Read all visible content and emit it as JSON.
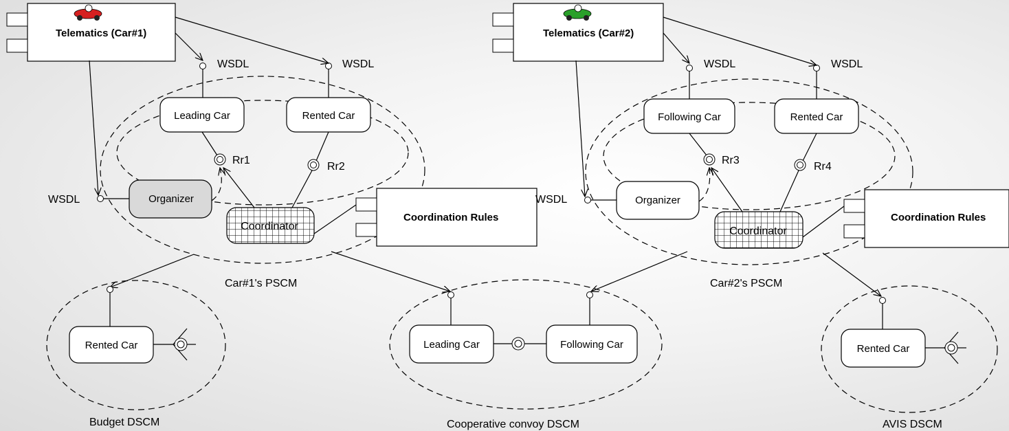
{
  "diagram": {
    "telematics1": {
      "title": "Telematics (Car#1)"
    },
    "telematics2": {
      "title": "Telematics (Car#2)"
    },
    "pscm1": {
      "caption": "Car#1's PSCM",
      "leading_role": "Leading Car",
      "rented_role": "Rented Car",
      "organizer": "Organizer",
      "coordinator": "Coordinator",
      "rr_a": "Rr1",
      "rr_b": "Rr2",
      "rules": "Coordination Rules"
    },
    "pscm2": {
      "caption": "Car#2's PSCM",
      "following_role": "Following Car",
      "rented_role": "Rented Car",
      "organizer": "Organizer",
      "coordinator": "Coordinator",
      "rr_a": "Rr3",
      "rr_b": "Rr4",
      "rules": "Coordination Rules"
    },
    "wsdl": "WSDL",
    "budget": {
      "caption": "Budget DSCM",
      "role": "Rented Car"
    },
    "convoy": {
      "caption": "Cooperative convoy DSCM",
      "leading_role": "Leading Car",
      "following_role": "Following Car"
    },
    "avis": {
      "caption": "AVIS DSCM",
      "role": "Rented Car"
    },
    "car_icons": {
      "car1_color": "#d62020",
      "car2_color": "#2aa02a"
    }
  }
}
